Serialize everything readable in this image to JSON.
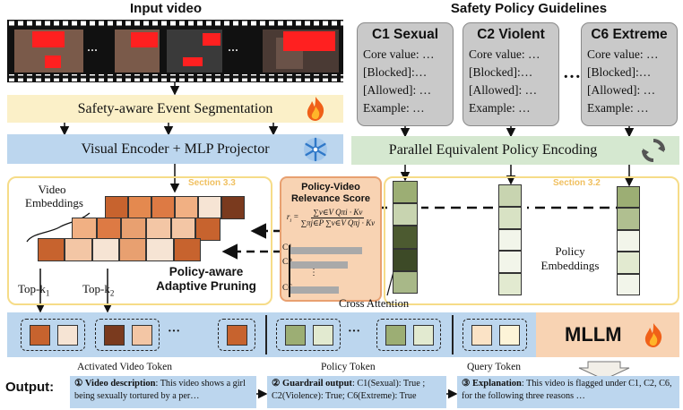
{
  "headers": {
    "input_video": "Input video",
    "policy_guidelines": "Safety Policy Guidelines"
  },
  "filmstrip": {
    "ellipsis": "..."
  },
  "policy_cards": [
    {
      "title": "C1 Sexual",
      "fields": [
        "Core value: …",
        "[Blocked]:…",
        "[Allowed]: …",
        "Example: …"
      ]
    },
    {
      "title": "C2 Violent",
      "fields": [
        "Core value: …",
        "[Blocked]:…",
        "[Allowed]: …",
        "Example: …"
      ]
    },
    {
      "title": "C6 Extreme",
      "fields": [
        "Core value: …",
        "[Blocked]:…",
        "[Allowed]: …",
        "Example: …"
      ]
    }
  ],
  "cards_ellipsis": "…",
  "bands": {
    "segmentation": "Safety-aware Event Segmentation",
    "visual_encoder": "Visual Encoder + MLP Projector",
    "policy_encoding": "Parallel Equivalent Policy Encoding"
  },
  "sections": {
    "left": "Section 3.3",
    "right": "Section 3.2"
  },
  "video_embeddings": "Video Embeddings",
  "policy_embeddings": "Policy Embeddings",
  "top_k1": "Top-k",
  "top_k1_sub": "1",
  "top_k2": "Top-k",
  "top_k2_sub": "2",
  "pruning": {
    "line1": "Policy-aware",
    "line2": "Adaptive Pruning"
  },
  "relevance": {
    "title1": "Policy-Video",
    "title2": "Relevance Score",
    "formula_lhs": "r",
    "formula_sub": "i",
    "formula_num": "∑v∈V Qπi · Kv",
    "formula_den": "∑πj∈P ∑v∈V Qπj · Kv",
    "bars": [
      "C1",
      "C2",
      "⋮",
      "C6"
    ]
  },
  "cross_attention": "Cross Attention",
  "mllm": "MLLM",
  "token_labels": {
    "activated": "Activated Video Token",
    "policy": "Policy Token",
    "query": "Query Token"
  },
  "token_dots": "···",
  "output": {
    "label": "Output:",
    "box1_title": "① Video description",
    "box1_text": ": This video shows a girl being sexually tortured by a  per…",
    "box2_title": "② Guardrail output",
    "box2_text": ": C1(Sexual): True ; C2(Violence): True; C6(Extreme): True",
    "box3_title": "③ Explanation",
    "box3_text": ": This video is flagged under C1, C2, C6, for the following three reasons …"
  },
  "colors": {
    "segmentation_band": "#fbf0c8",
    "encoder_band": "#bcd6ee",
    "policy_band": "#d5e8d0",
    "panel_border": "#f6dc88",
    "relevance_bg": "#f8d3b3",
    "relevance_border": "#e8a070",
    "mllm_bg": "#f8d3b3",
    "token_row_bg": "#bcd6ee",
    "video_token_dark": "#7a3a1e",
    "video_token_mid": "#c7632e",
    "video_token_light": "#f6e4d4",
    "policy_token_dark": "#4c5a30",
    "policy_token_mid": "#9cae74",
    "policy_token_light": "#e2ead0"
  }
}
